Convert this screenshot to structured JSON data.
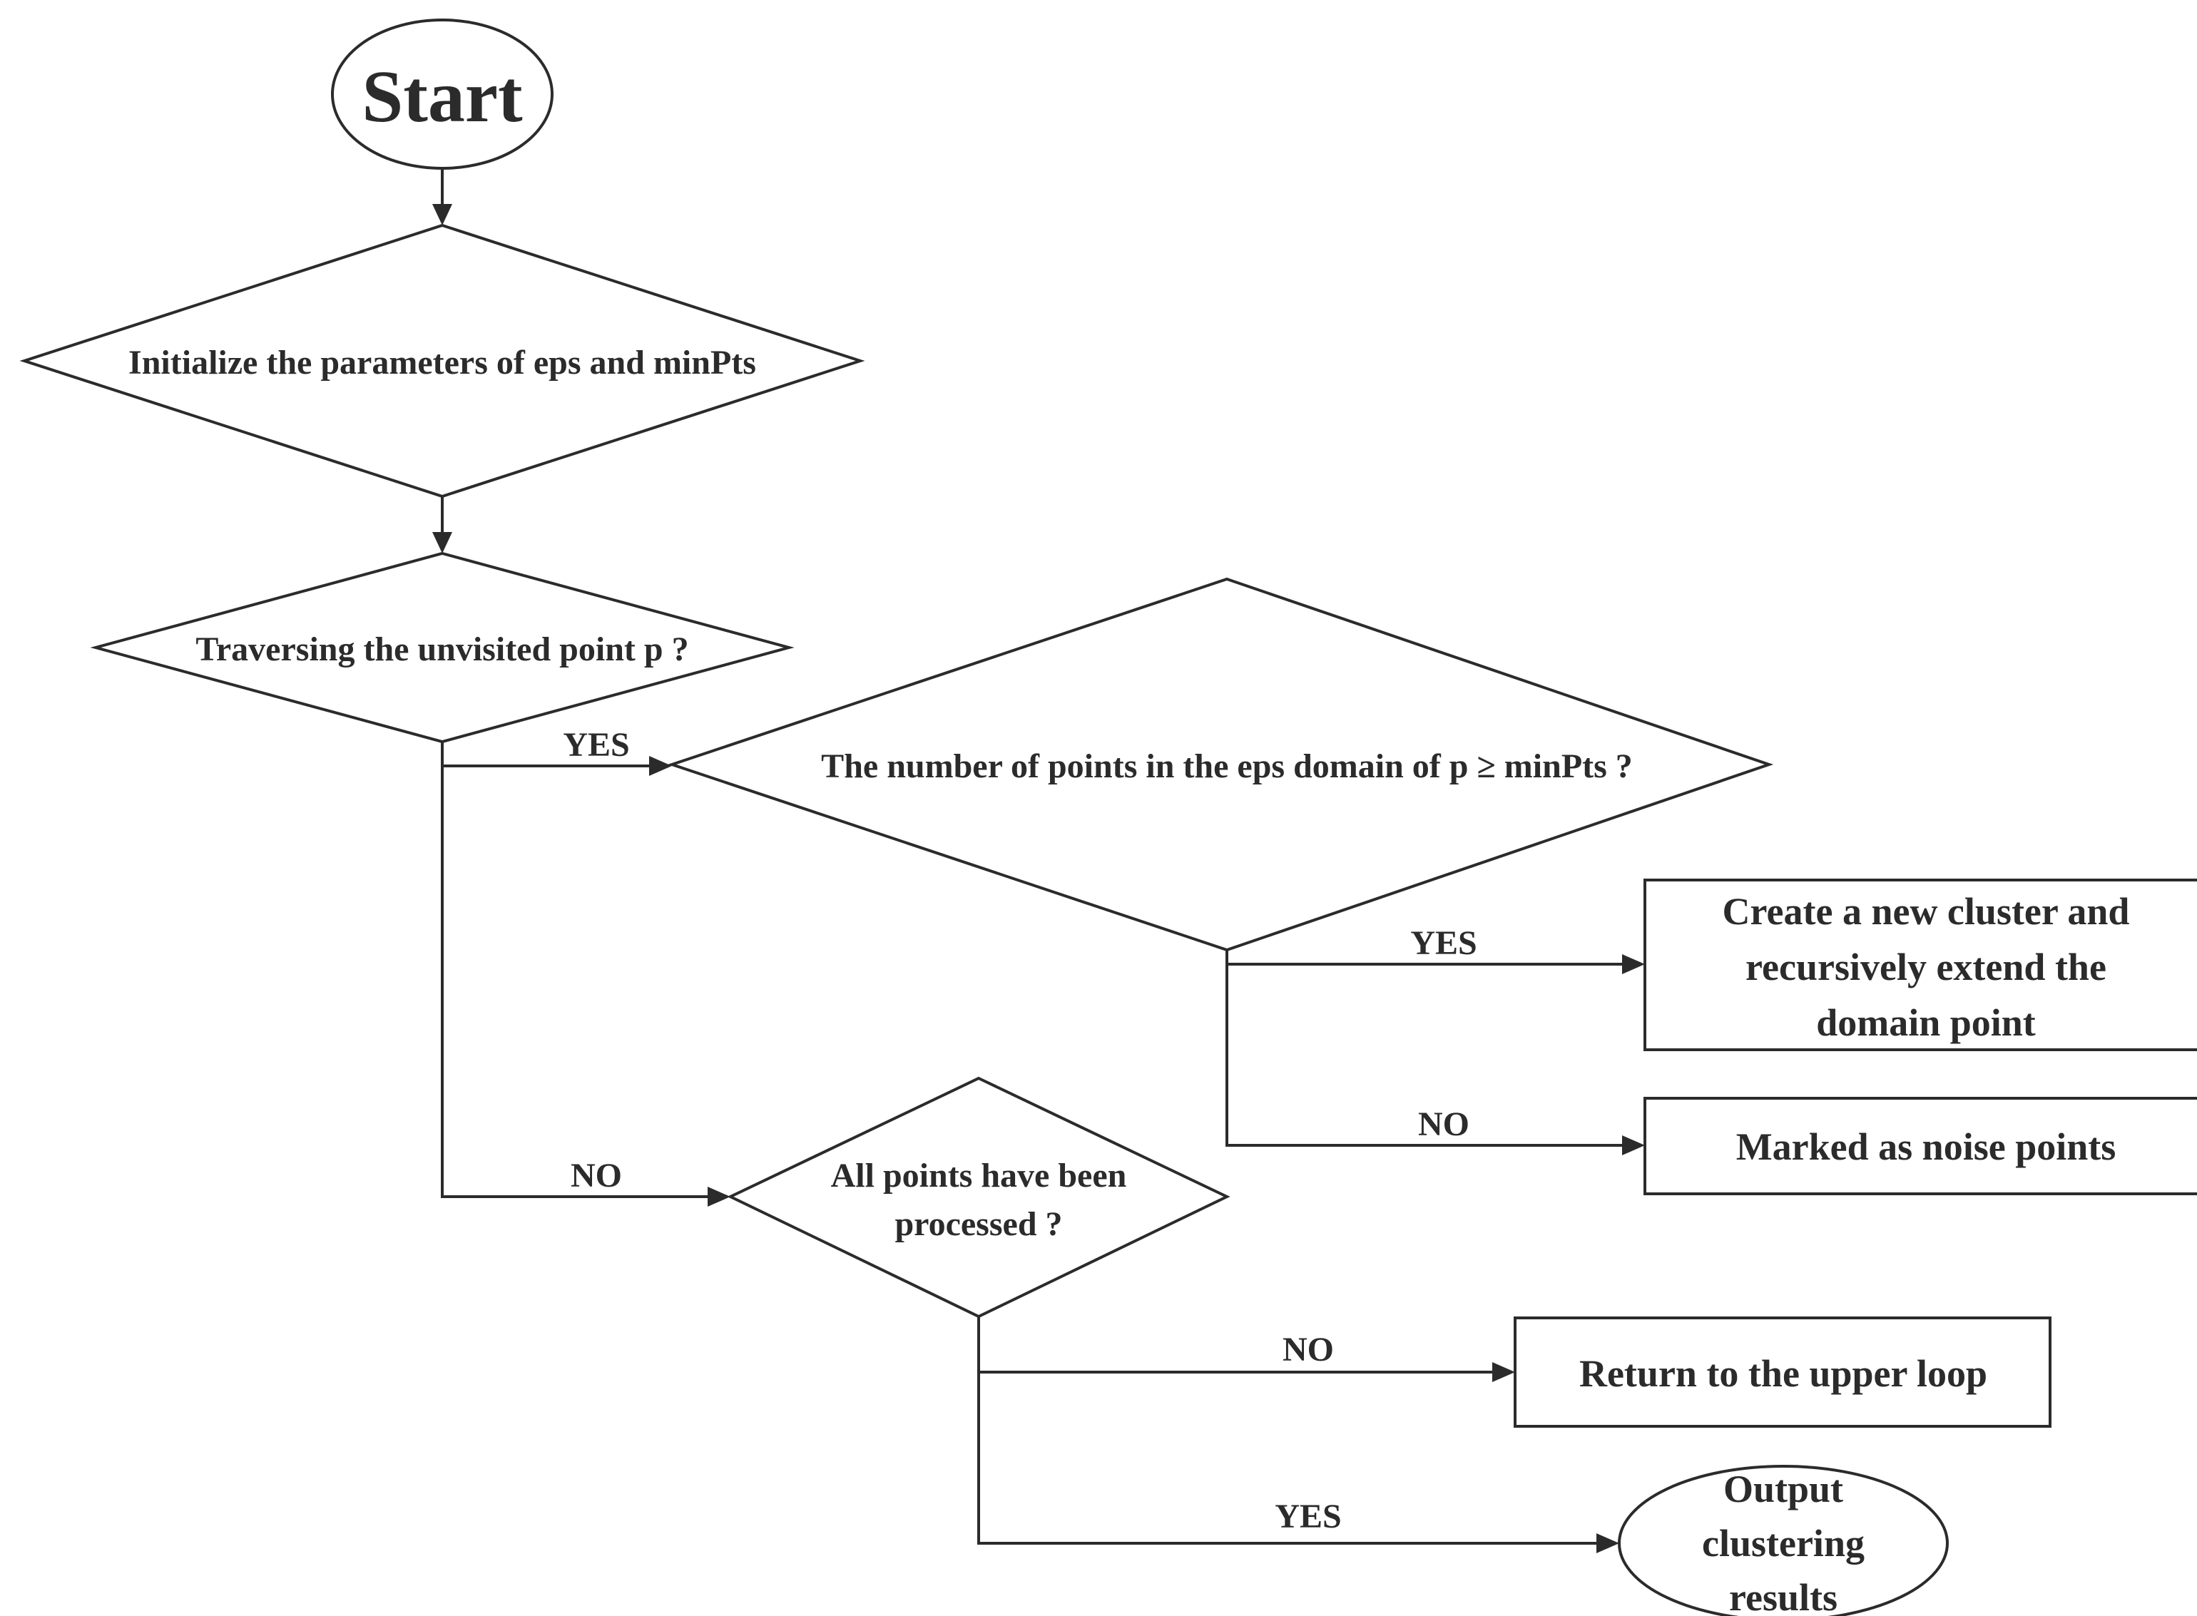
{
  "nodes": {
    "start": {
      "label": "Start"
    },
    "init": {
      "label": "Initialize the parameters of eps and minPts"
    },
    "traverse": {
      "label": "Traversing the unvisited point p ?"
    },
    "eps_check": {
      "label": "The number of points in the eps domain of p ≥ minPts ?"
    },
    "create_cluster": {
      "lines": [
        "Create a new cluster and",
        "recursively extend the",
        "domain point"
      ]
    },
    "noise": {
      "label": "Marked as noise points"
    },
    "all_processed": {
      "lines": [
        "All points have been",
        "processed ?"
      ]
    },
    "return_loop": {
      "label": "Return to the upper loop"
    },
    "output": {
      "lines": [
        "Output",
        "clustering",
        "results"
      ]
    }
  },
  "edges": {
    "traverse_yes": "YES",
    "traverse_no": "NO",
    "eps_yes": "YES",
    "eps_no": "NO",
    "processed_no": "NO",
    "processed_yes": "YES"
  }
}
